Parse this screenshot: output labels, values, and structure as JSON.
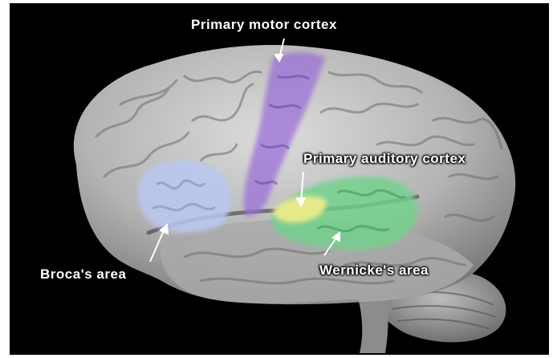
{
  "labels": {
    "motor": "Primary motor cortex",
    "auditory": "Primary auditory cortex",
    "broca": "Broca's area",
    "wernicke": "Wernicke's area"
  },
  "colors": {
    "background": "#000000",
    "frame": "#ffffff",
    "brain": "#b8b8b8",
    "motor_region": "#9b6fd6",
    "auditory_region": "#f2ee8a",
    "broca_region": "#b9c8f2",
    "wernicke_region": "#6fd38a"
  }
}
